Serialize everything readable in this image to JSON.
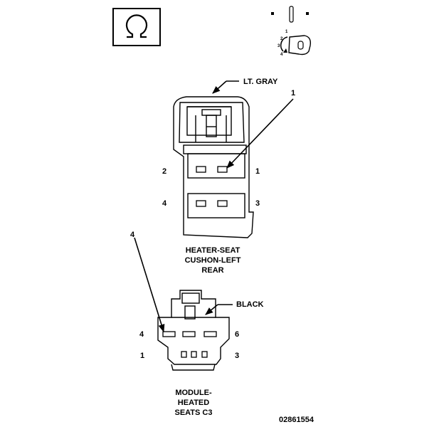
{
  "connector_upper": {
    "color_label": "LT. GRAY",
    "pointer_number": "1",
    "pins": {
      "p1": "1",
      "p2": "2",
      "p3": "3",
      "p4": "4"
    },
    "name_lines": [
      "HEATER-SEAT",
      "CUSHON-LEFT",
      "REAR"
    ]
  },
  "connector_lower": {
    "color_label": "BLACK",
    "pointer_number": "4",
    "pins": {
      "p1": "1",
      "p3": "3",
      "p4": "4",
      "p6": "6"
    },
    "name_lines": [
      "MODULE-",
      "HEATED",
      "SEATS C3"
    ]
  },
  "figure_id": "02861554",
  "key_icon_digits": [
    "1",
    "2",
    "3",
    "4"
  ]
}
